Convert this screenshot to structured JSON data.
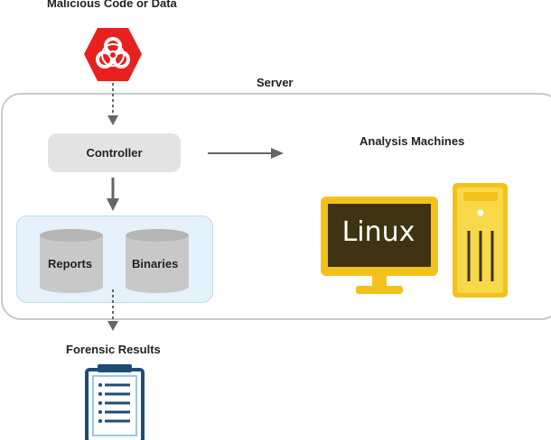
{
  "labels": {
    "malicious": "Malicious Code or Data",
    "server": "Server",
    "controller": "Controller",
    "analysis": "Analysis Machines",
    "reports": "Reports",
    "binaries": "Binaries",
    "linux": "Linux",
    "forensic": "Forensic Results"
  },
  "icons": {
    "hazard": "biohazard-icon",
    "monitor": "monitor-icon",
    "tower": "computer-tower-icon",
    "clipboard": "clipboard-icon"
  },
  "colors": {
    "hazard": "#e8211f",
    "machine_yellow": "#f2c21b",
    "screen": "#3f3411",
    "storage_panel": "#e5f2fb",
    "cylinder": "#c8c8c8",
    "clipboard_blue": "#1f4c78"
  }
}
